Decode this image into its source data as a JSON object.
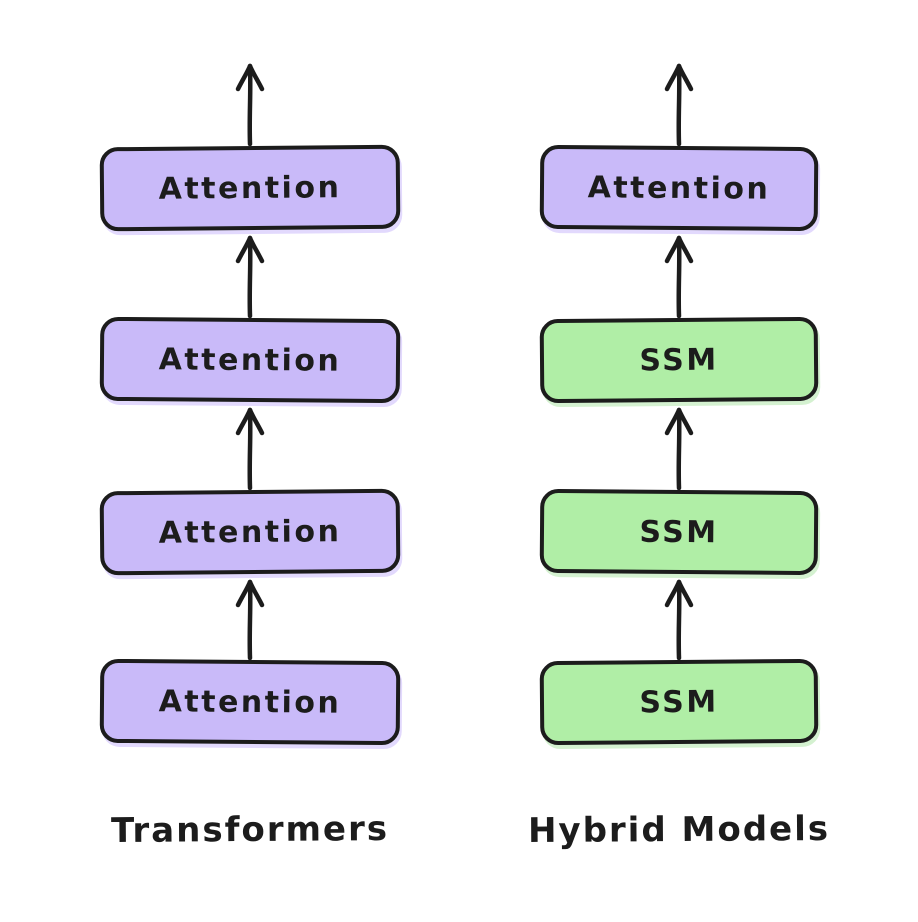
{
  "diagram": {
    "title": "Transformers vs Hybrid Models stacking diagram",
    "colors": {
      "attention_fill": "#c9baf9",
      "ssm_fill": "#b0eea6",
      "stroke": "#1c1c1c",
      "background": "#ffffff"
    },
    "columns": [
      {
        "label": "Transformers",
        "blocks": [
          {
            "label": "Attention",
            "type": "attention"
          },
          {
            "label": "Attention",
            "type": "attention"
          },
          {
            "label": "Attention",
            "type": "attention"
          },
          {
            "label": "Attention",
            "type": "attention"
          }
        ]
      },
      {
        "label": "Hybrid Models",
        "blocks": [
          {
            "label": "Attention",
            "type": "attention"
          },
          {
            "label": "SSM",
            "type": "ssm"
          },
          {
            "label": "SSM",
            "type": "ssm"
          },
          {
            "label": "SSM",
            "type": "ssm"
          }
        ]
      }
    ]
  }
}
